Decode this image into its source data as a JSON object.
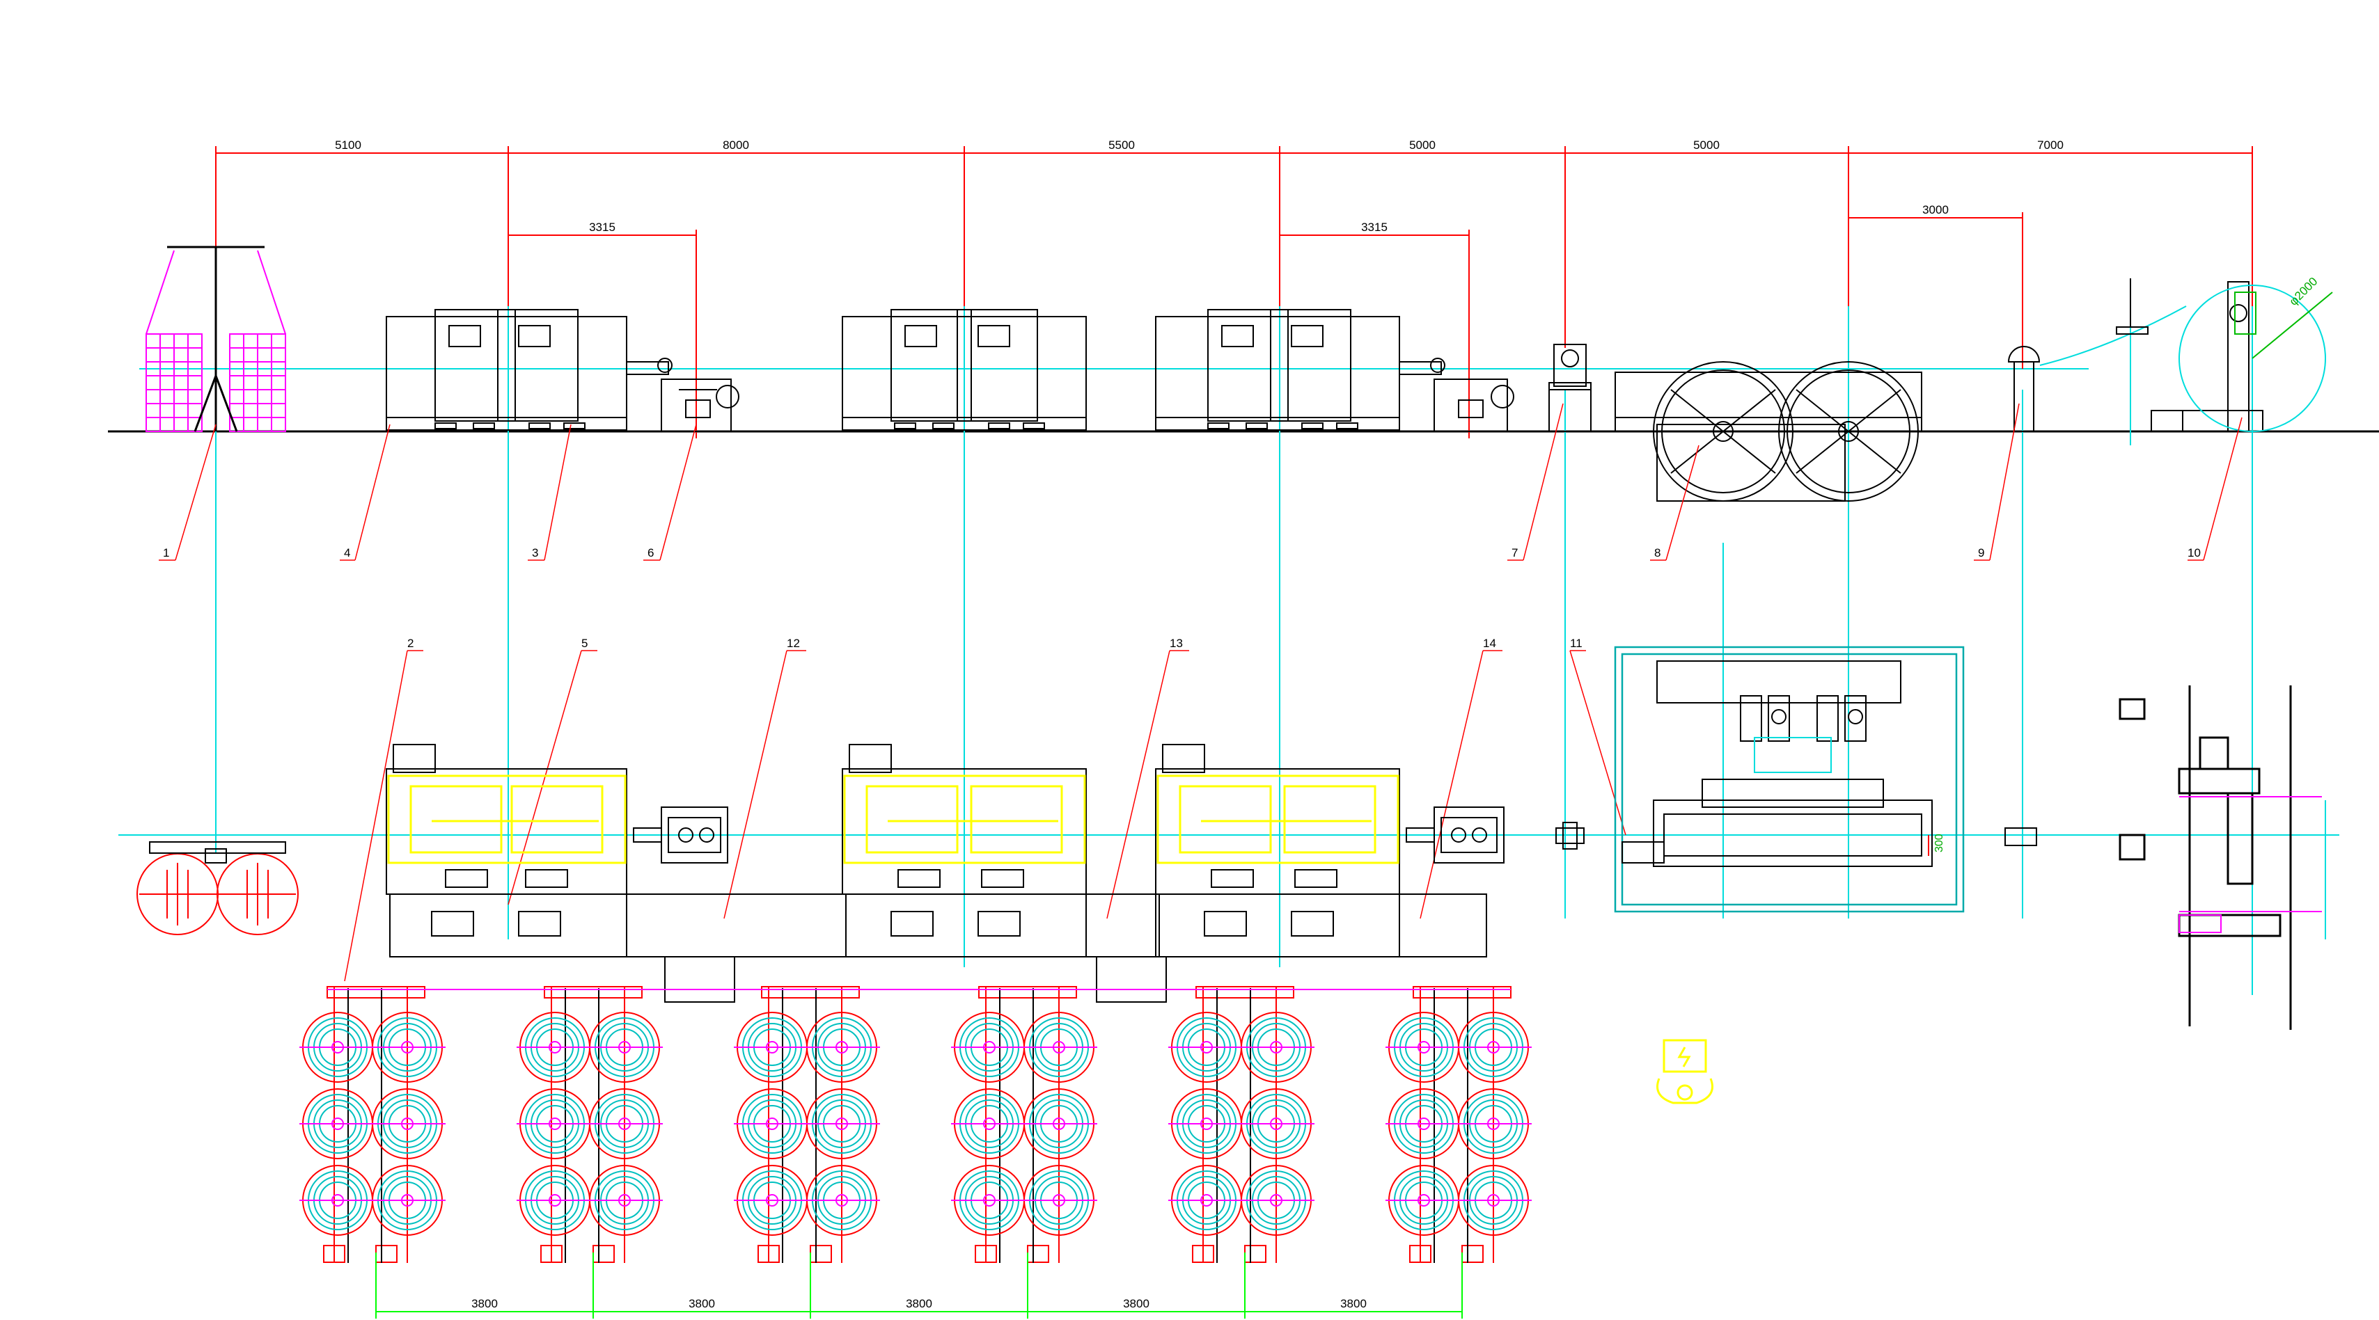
{
  "corner_mark": "]",
  "colors": {
    "background": "#ffffff",
    "machine_outline": "#000000",
    "dimension_line": "#ff0000",
    "center_line": "#00ffff",
    "payoff_frame": "#ff00ff",
    "spool": "#ff0000",
    "spool_core": "#00c0c0",
    "highlight": "#ffff00",
    "green_dim": "#00ff00",
    "annotation": "#00aa00",
    "dimension_text": "#000000"
  },
  "top_dimensions": [
    "5100",
    "8000",
    "5500",
    "5000",
    "5000",
    "7000"
  ],
  "sub_dimensions": [
    "3315",
    "3315",
    "3000"
  ],
  "diameter_label": "φ2000",
  "bottom_dimensions": [
    "3800",
    "3800",
    "3800",
    "3800",
    "3800"
  ],
  "vertical_dimension": "300",
  "callouts_top": [
    "1",
    "4",
    "3",
    "6",
    "7",
    "8",
    "9",
    "10"
  ],
  "callouts_bottom": [
    "2",
    "5",
    "12",
    "13",
    "14",
    "11"
  ],
  "icons": [
    "electric-cabinet-icon"
  ]
}
